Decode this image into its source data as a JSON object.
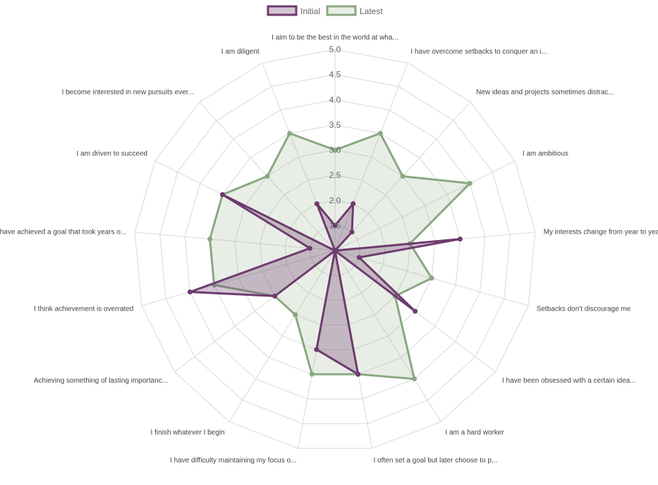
{
  "chart_data": {
    "type": "radar",
    "title": "",
    "categories": [
      "I aim to be the best in the world at wha...",
      "I have overcome setbacks to conquer an i...",
      "New ideas and projects sometimes distrac...",
      "I am ambitious",
      "My interests change from year to year",
      "Setbacks don't discourage me",
      "I have been obsessed with a certain idea...",
      "I am a hard worker",
      "I often set a goal but later choose to p...",
      "I have difficulty maintaining my focus o...",
      "I finish whatever I begin",
      "Achieving something of lasting importanc...",
      "I think achievement is overrated",
      "I have achieved a goal that took years o...",
      "I am driven to succeed",
      "I become interested in new pursuits ever...",
      "I am diligent"
    ],
    "series": [
      {
        "name": "Initial",
        "color": "#6e3b6e",
        "fill": "rgba(110,59,110,0.3)",
        "values": [
          1.5,
          2.0,
          1.5,
          1.0,
          3.5,
          1.5,
          3.0,
          1.0,
          3.5,
          3.0,
          1.0,
          2.5,
          4.0,
          1.5,
          3.5,
          1.0,
          2.0
        ]
      },
      {
        "name": "Latest",
        "color": "#8aa883",
        "fill": "rgba(138,168,131,0.2)",
        "values": [
          3.0,
          3.5,
          3.0,
          4.0,
          2.5,
          3.0,
          2.5,
          4.0,
          3.5,
          3.5,
          2.5,
          2.5,
          3.5,
          3.5,
          3.5,
          3.0,
          3.5
        ]
      }
    ],
    "r_range": [
      1.0,
      5.0
    ],
    "r_ticks": [
      "1.5",
      "2.0",
      "2.5",
      "3.0",
      "3.5",
      "4.0",
      "4.5",
      "5.0"
    ],
    "legend_position": "top",
    "grid": true
  }
}
